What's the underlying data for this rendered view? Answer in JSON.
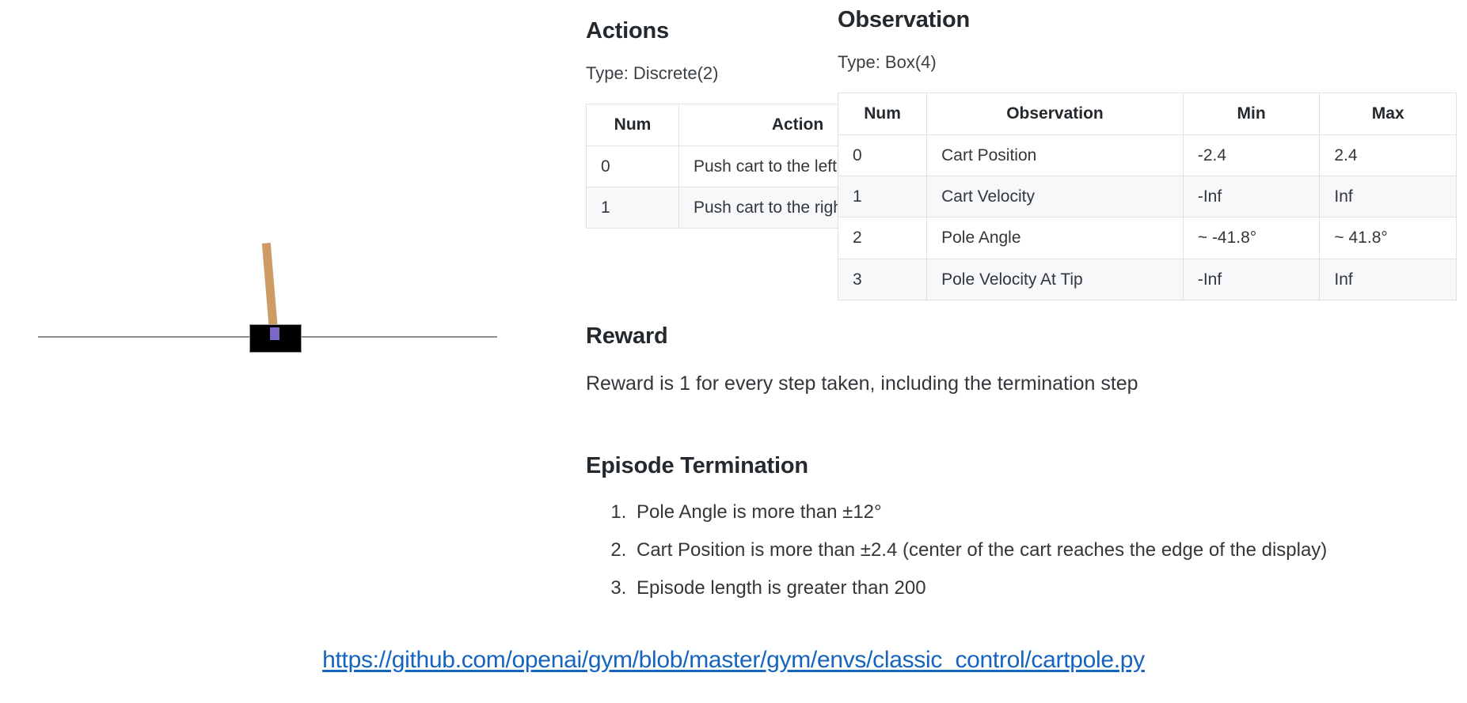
{
  "simulation": {
    "name": "cartpole-render",
    "cart_color": "#000000",
    "pole_color": "#cd9b63",
    "axle_color": "#7b68c8",
    "track_color": "#8d8d8d",
    "pole_angle_degrees": -4.8
  },
  "actions": {
    "heading": "Actions",
    "type_line": "Type: Discrete(2)",
    "table": {
      "columns": [
        "Num",
        "Action"
      ],
      "rows": [
        [
          "0",
          "Push cart to the left"
        ],
        [
          "1",
          "Push cart to the right"
        ]
      ]
    }
  },
  "observation": {
    "heading": "Observation",
    "type_line": "Type: Box(4)",
    "table": {
      "columns": [
        "Num",
        "Observation",
        "Min",
        "Max"
      ],
      "rows": [
        [
          "0",
          "Cart Position",
          "-2.4",
          "2.4"
        ],
        [
          "1",
          "Cart Velocity",
          "-Inf",
          "Inf"
        ],
        [
          "2",
          "Pole Angle",
          "~ -41.8°",
          "~ 41.8°"
        ],
        [
          "3",
          "Pole Velocity At Tip",
          "-Inf",
          "Inf"
        ]
      ]
    }
  },
  "reward": {
    "heading": "Reward",
    "text": "Reward is 1 for every step taken, including the termination step"
  },
  "termination": {
    "heading": "Episode Termination",
    "items": [
      "Pole Angle is more than ±12°",
      "Cart Position is more than ±2.4 (center of the cart reaches the edge of the display)",
      "Episode length is greater than 200"
    ]
  },
  "source": {
    "url_text": "https://github.com/openai/gym/blob/master/gym/envs/classic_control/cartpole.py",
    "color": "#1464c0"
  }
}
